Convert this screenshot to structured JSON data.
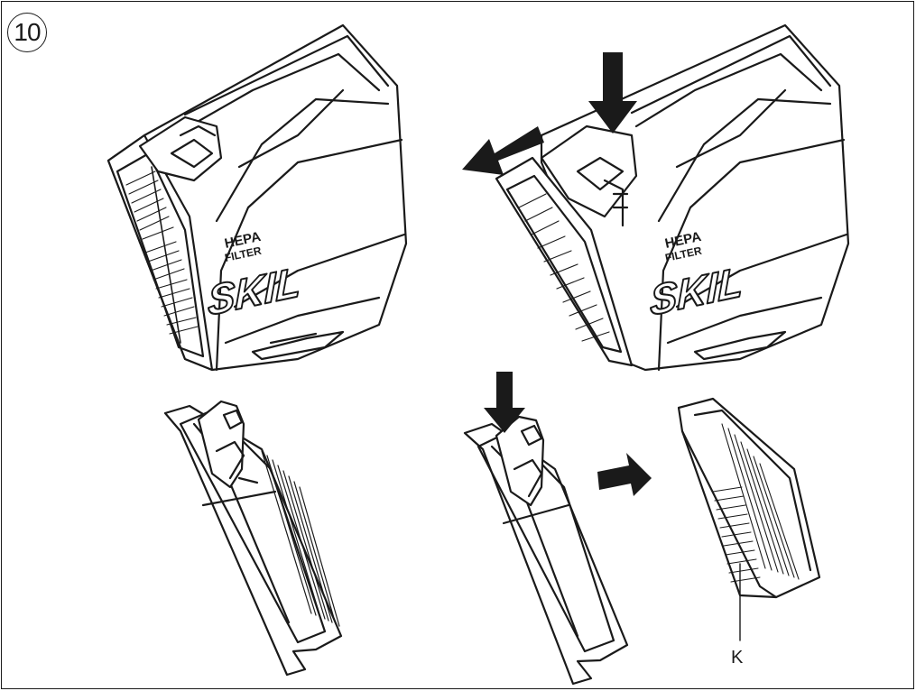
{
  "figure": {
    "number": "10",
    "label_k": "K"
  },
  "product": {
    "brand_text": "SKIL",
    "filter_badge_line1": "HEPA",
    "filter_badge_line2": "FILTER"
  },
  "colors": {
    "ink": "#1a1a1a",
    "paper": "#ffffff"
  }
}
